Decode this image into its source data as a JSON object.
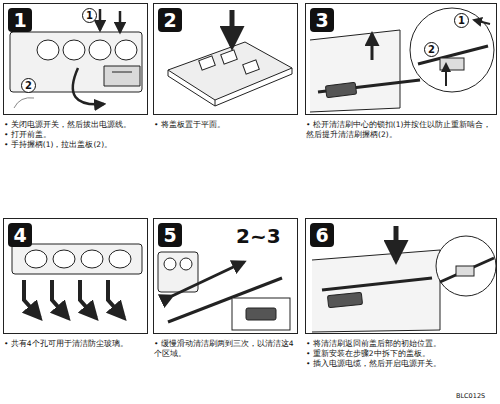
{
  "diagram": {
    "nodes": [
      {
        "text": [
          "• 关闭电源开关，然后拔出电源线。",
          "• 打开前盖。",
          "• 手持握柄(1)，拉出盖板(2)。"
        ]
      },
      {
        "text": [
          "1"
        ],
        "in": 0
      },
      {
        "text": [
          "1"
        ],
        "in": 0
      },
      {
        "text": [
          "2"
        ],
        "in": 0
      },
      {
        "text": [
          "• 将盖板置于平面。"
        ]
      },
      {
        "text": [
          "2"
        ],
        "in": 4
      },
      {
        "text": [
          "• 松开清洁刷中心的锁扣(1)并按住以防止重新啮合，然后提升清洁刷握柄(2)。"
        ]
      },
      {
        "text": [
          "3"
        ],
        "in": 6
      },
      {
        "text": [
          "1"
        ],
        "in": 6
      },
      {
        "text": [
          "2"
        ],
        "in": 6
      },
      {
        "text": [
          "• 共有4个孔可用于清洁防尘玻璃。"
        ]
      },
      {
        "text": [
          "4"
        ],
        "in": 10
      },
      {
        "text": [
          "• 缓慢滑动清洁刷两到三次，以清洁这4个区域。"
        ]
      },
      {
        "text": [
          "5"
        ],
        "in": 12
      },
      {
        "text": [
          "• 将清洁刷返回前盖后部的初始位置。",
          "• 重新安装在步骤2中拆下的盖板。",
          "• 插入电源电缆，然后开启电源开关。"
        ]
      },
      {
        "text": [
          "6"
        ],
        "in": 14
      }
    ],
    "labels": [
      "2~3",
      "BLC012S"
    ]
  }
}
